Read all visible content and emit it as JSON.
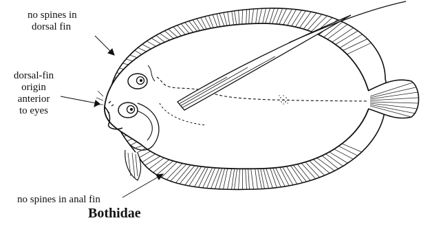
{
  "labels": {
    "dorsal_spines_line1": "no spines in",
    "dorsal_spines_line2": "dorsal fin",
    "origin_line1": "dorsal-fin",
    "origin_line2": "origin",
    "origin_line3": "anterior",
    "origin_line4": "to eyes",
    "anal_spines": "no spines in anal fin"
  },
  "title": "Bothidae"
}
